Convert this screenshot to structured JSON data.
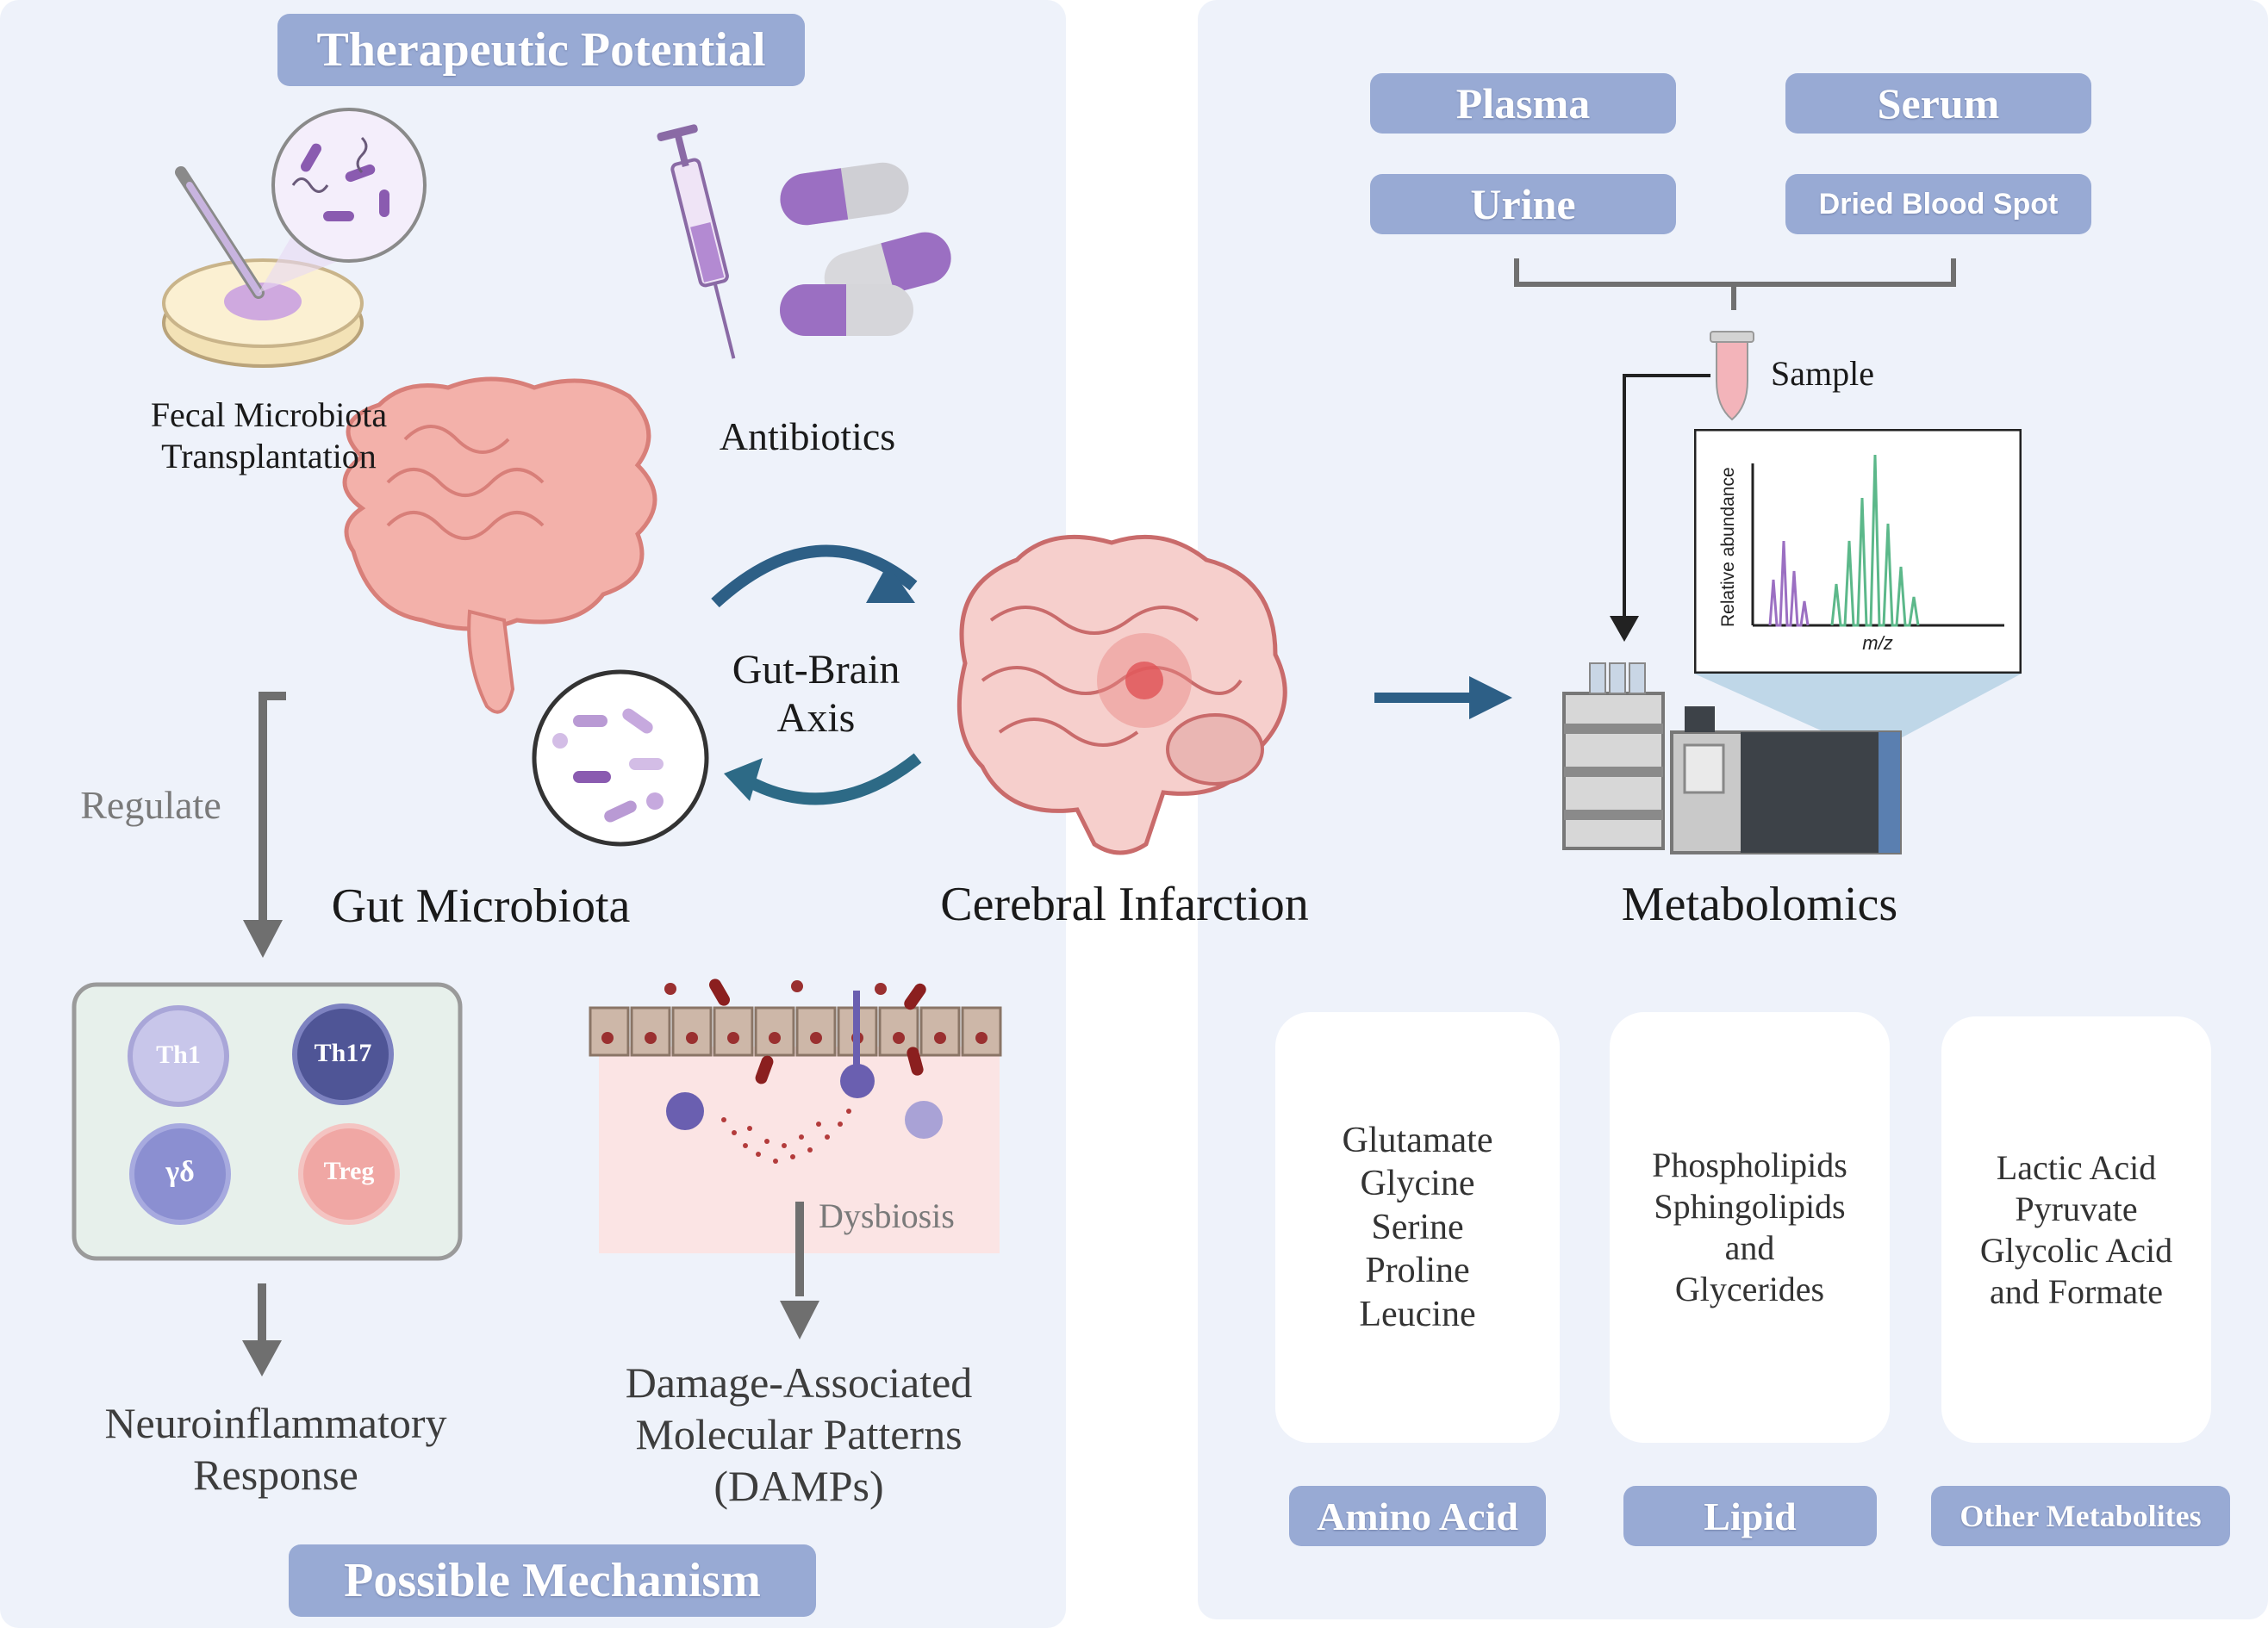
{
  "left": {
    "therapeutic_title": "Therapeutic Potential",
    "fmt_label_line1": "Fecal Microbiota",
    "fmt_label_line2": "Transplantation",
    "antibiotics_label": "Antibiotics",
    "gut_microbiota": "Gut Microbiota",
    "axis_line1": "Gut-Brain",
    "axis_line2": "Axis",
    "cerebral_infarction": "Cerebral Infarction",
    "regulate": "Regulate",
    "cells": [
      "Th1",
      "Th17",
      "γδ",
      "Treg"
    ],
    "dysbiosis": "Dysbiosis",
    "neuro_line1": "Neuroinflammatory",
    "neuro_line2": "Response",
    "damps_line1": "Damage-Associated",
    "damps_line2": "Molecular Patterns",
    "damps_line3": "(DAMPs)",
    "mechanism_title": "Possible Mechanism"
  },
  "right": {
    "samples": [
      "Plasma",
      "Serum",
      "Urine",
      "Dried Blood Spot"
    ],
    "sample_label": "Sample",
    "spectrum_ylabel": "Relative abundance",
    "spectrum_xlabel": "m/z",
    "metabolomics": "Metabolomics",
    "categories": [
      {
        "label": "Amino Acid",
        "items": [
          "Glutamate",
          "Glycine",
          "Serine",
          "Proline",
          "Leucine"
        ]
      },
      {
        "label": "Lipid",
        "items": [
          "Phospholipids",
          "Sphingolipids",
          "and",
          "Glycerides"
        ]
      },
      {
        "label": "Other Metabolites",
        "items": [
          "Lactic Acid",
          "Pyruvate",
          "Glycolic Acid",
          "and Formate"
        ]
      }
    ]
  },
  "colors": {
    "panel_bg": "#eef2fa",
    "pill": "#98aad4",
    "arrow_blue": "#2d5f86",
    "purple": "#9b6fc2",
    "green": "#5cb88a"
  }
}
